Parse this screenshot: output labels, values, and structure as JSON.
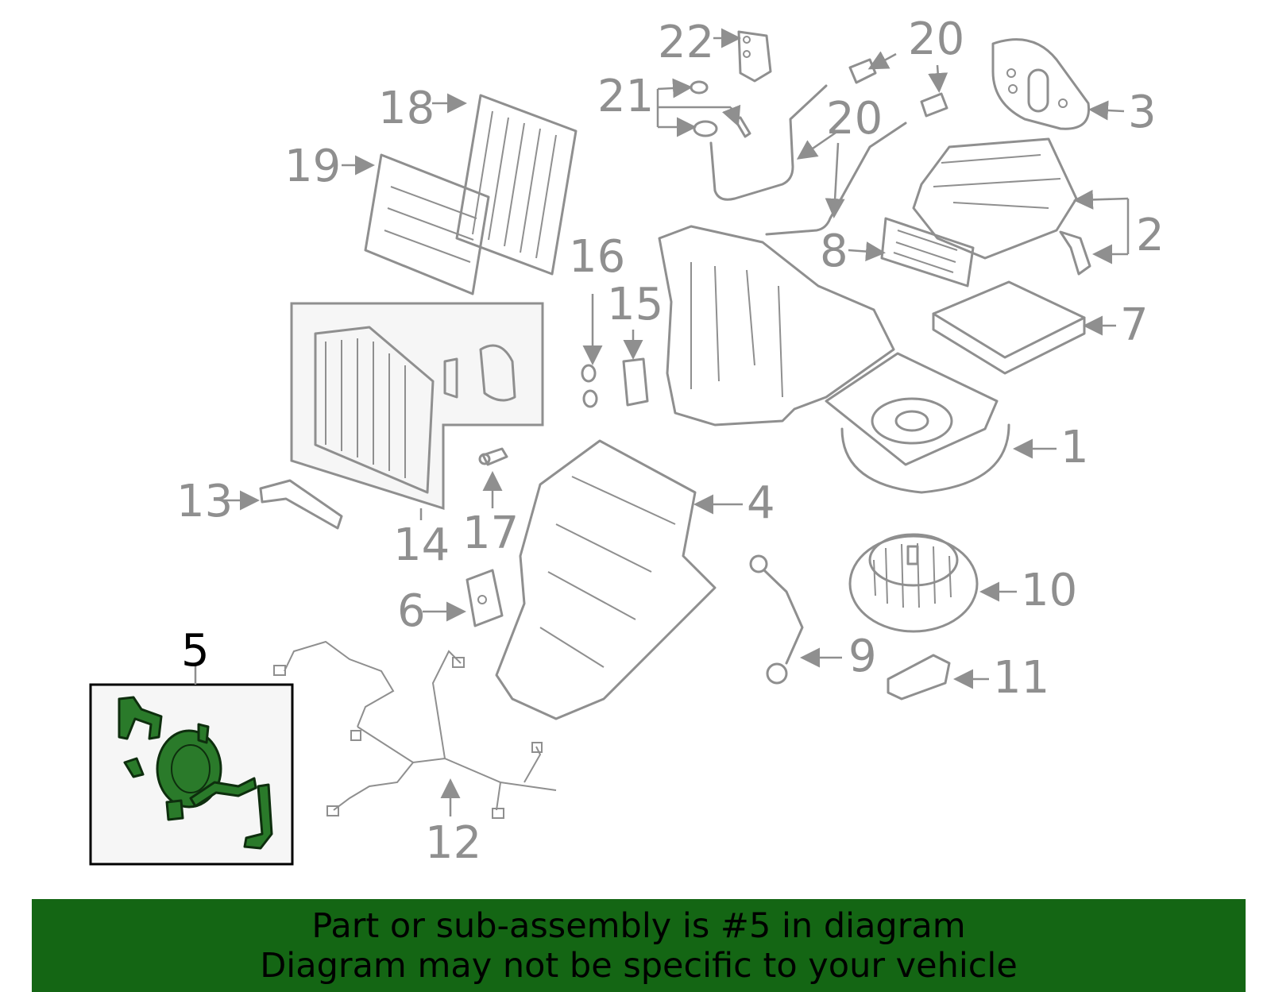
{
  "diagram": {
    "highlight_color": "#146614",
    "highlighted_part": "5",
    "callouts": [
      "1",
      "2",
      "3",
      "4",
      "5",
      "6",
      "7",
      "8",
      "9",
      "10",
      "11",
      "12",
      "13",
      "14",
      "15",
      "16",
      "17",
      "18",
      "19",
      "20",
      "20",
      "21",
      "22"
    ]
  },
  "banner": {
    "line1": "Part or sub-assembly is #5 in diagram",
    "line2": "Diagram may not be specific to your vehicle"
  }
}
